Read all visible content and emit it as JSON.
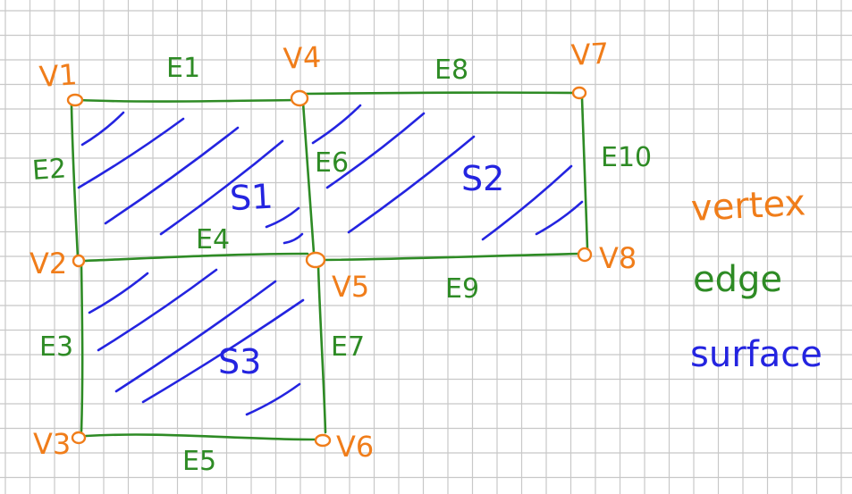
{
  "colors": {
    "vertex": "#f07d1a",
    "edge": "#2e8b25",
    "surface": "#2424e0",
    "grid": "#c8c8c8",
    "background": "#ffffff"
  },
  "vertices": [
    {
      "id": "v1",
      "label": "V1"
    },
    {
      "id": "v2",
      "label": "V2"
    },
    {
      "id": "v3",
      "label": "V3"
    },
    {
      "id": "v4",
      "label": "V4"
    },
    {
      "id": "v5",
      "label": "V5"
    },
    {
      "id": "v6",
      "label": "V6"
    },
    {
      "id": "v7",
      "label": "V7"
    },
    {
      "id": "v8",
      "label": "V8"
    }
  ],
  "edges": [
    {
      "id": "e1",
      "label": "E1",
      "from": "v1",
      "to": "v4"
    },
    {
      "id": "e2",
      "label": "E2",
      "from": "v1",
      "to": "v2"
    },
    {
      "id": "e3",
      "label": "E3",
      "from": "v2",
      "to": "v3"
    },
    {
      "id": "e4",
      "label": "E4",
      "from": "v2",
      "to": "v5"
    },
    {
      "id": "e5",
      "label": "E5",
      "from": "v3",
      "to": "v6"
    },
    {
      "id": "e6",
      "label": "E6",
      "from": "v4",
      "to": "v5"
    },
    {
      "id": "e7",
      "label": "E7",
      "from": "v5",
      "to": "v6"
    },
    {
      "id": "e8",
      "label": "E8",
      "from": "v4",
      "to": "v7"
    },
    {
      "id": "e9",
      "label": "E9",
      "from": "v5",
      "to": "v8"
    },
    {
      "id": "e10",
      "label": "E10",
      "from": "v7",
      "to": "v8"
    }
  ],
  "surfaces": [
    {
      "id": "s1",
      "label": "S1",
      "vertices": [
        "v1",
        "v4",
        "v5",
        "v2"
      ]
    },
    {
      "id": "s2",
      "label": "S2",
      "vertices": [
        "v4",
        "v7",
        "v8",
        "v5"
      ]
    },
    {
      "id": "s3",
      "label": "S3",
      "vertices": [
        "v2",
        "v5",
        "v6",
        "v3"
      ]
    }
  ],
  "legend": {
    "vertex": "vertex",
    "edge": "edge",
    "surface": "surface"
  }
}
